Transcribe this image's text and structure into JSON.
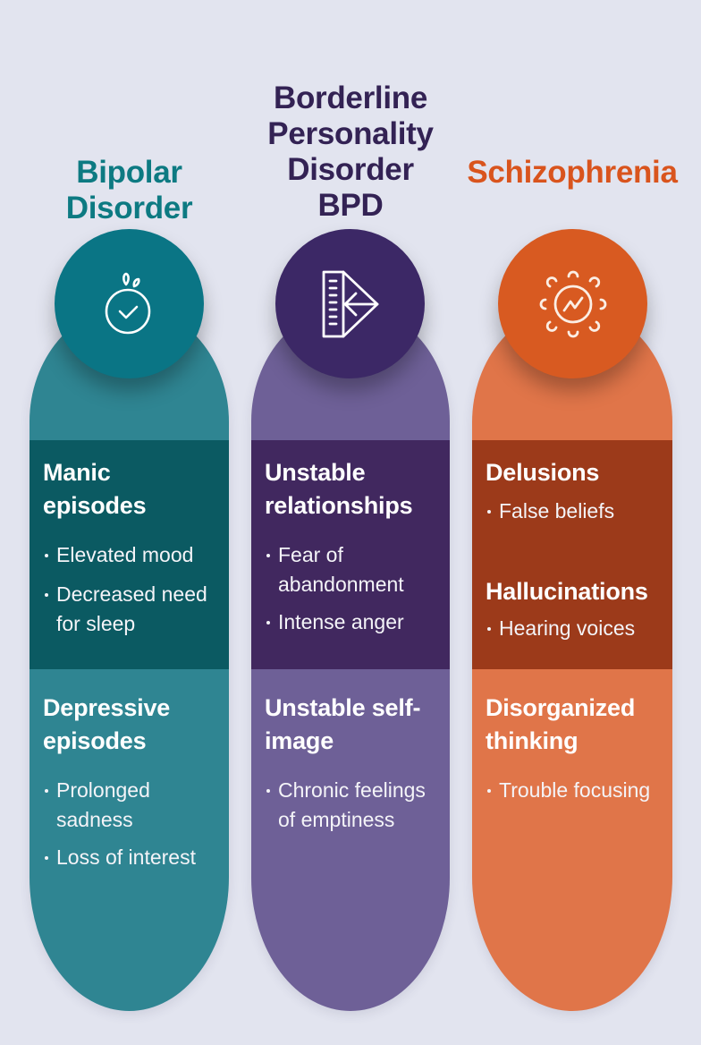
{
  "colors": {
    "background": "#e2e4ef",
    "bipolar_title": "#0d7a82",
    "bipolar_pill": "#2f8592",
    "bipolar_band": "#0b5a62",
    "bipolar_circle": "#0a7585",
    "bpd_title": "#332254",
    "bpd_pill": "#6e6097",
    "bpd_band": "#41285f",
    "bpd_circle": "#3c2866",
    "schizo_title": "#d9541d",
    "schizo_pill": "#e07549",
    "schizo_band": "#9c3a1a",
    "schizo_circle": "#d85a21"
  },
  "columns": [
    {
      "title_lines": [
        "Bipolar",
        "Disorder"
      ],
      "icon": "stopwatch-check-icon",
      "sections": [
        {
          "heading_lines": [
            "Manic",
            "episodes"
          ],
          "bullets": [
            "Elevated mood",
            "Decreased need for sleep"
          ]
        },
        {
          "heading_lines": [
            "Depressive",
            "episodes"
          ],
          "bullets": [
            "Prolonged sadness",
            "Loss of interest"
          ]
        }
      ]
    },
    {
      "title_lines": [
        "Borderline",
        "Personality",
        "Disorder",
        "BPD"
      ],
      "icon": "ruler-triangle-icon",
      "sections": [
        {
          "heading_lines": [
            "Unstable",
            "relationships"
          ],
          "bullets": [
            "Fear of abandonment",
            "Intense anger"
          ]
        },
        {
          "heading_lines": [
            "Unstable self-",
            "image"
          ],
          "bullets": [
            "Chronic feelings of emptiness"
          ]
        }
      ]
    },
    {
      "title_lines": [
        "Schizophrenia"
      ],
      "icon": "sun-brain-activity-icon",
      "sections": [
        {
          "heading_lines": [
            "Delusions"
          ],
          "bullets": [
            "False beliefs"
          ]
        },
        {
          "heading_lines": [
            "Hallucinations"
          ],
          "bullets": [
            "Hearing voices"
          ]
        },
        {
          "heading_lines": [
            "Disorganized",
            "thinking"
          ],
          "bullets": [
            "Trouble focusing"
          ]
        }
      ]
    }
  ]
}
